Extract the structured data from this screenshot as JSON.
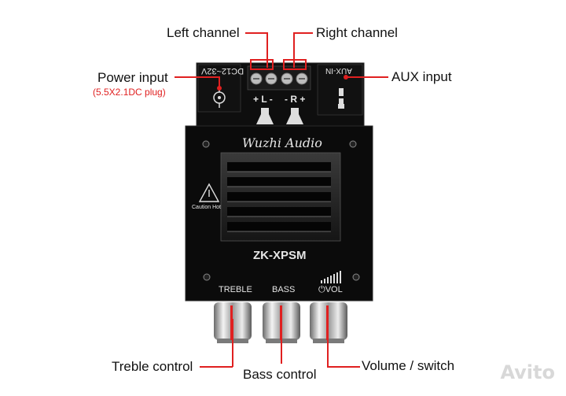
{
  "labels": {
    "left_channel": "Left channel",
    "right_channel": "Right channel",
    "power_input": "Power input",
    "power_plug": "(5.5X2.1DC plug)",
    "aux_input": "AUX input",
    "treble_control": "Treble control",
    "bass_control": "Bass control",
    "volume_switch": "Volume / switch"
  },
  "board": {
    "power_rating": "DC12~32V",
    "aux_label": "AUX-IN",
    "left_terminal": "+ L -",
    "right_terminal": "- R +",
    "brand": "Wuzhi Audio",
    "model": "ZK-XPSM",
    "caution": "Caution Hot",
    "treble": "TREBLE",
    "bass": "BASS",
    "vol": "⏻VOL"
  },
  "watermark": "Avito",
  "colors": {
    "annotation_line": "#e02020",
    "board": "#0d0d0d",
    "label_text": "#111111"
  }
}
